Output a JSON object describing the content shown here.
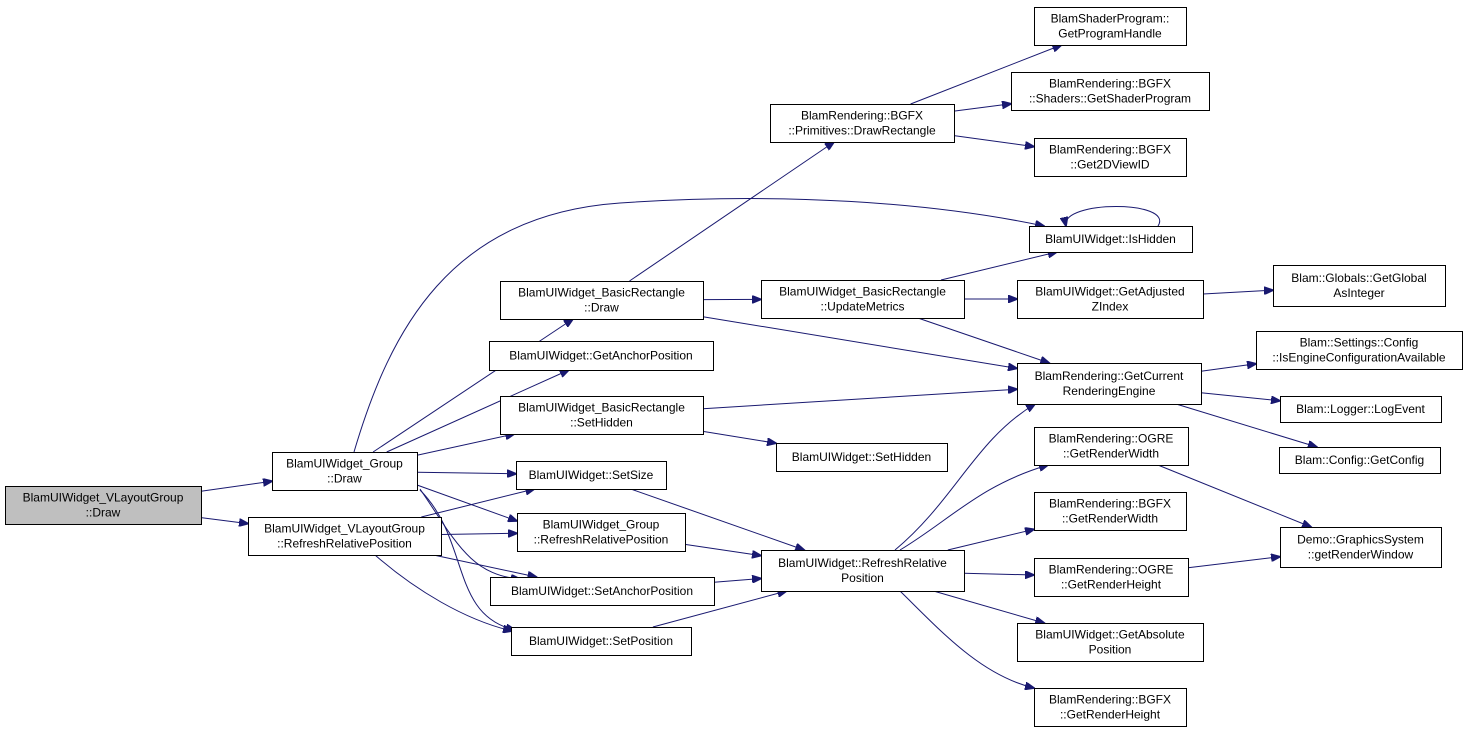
{
  "graph": {
    "nodes": [
      {
        "id": "vlayout_draw",
        "lines": [
          "BlamUIWidget_VLayoutGroup",
          "::Draw"
        ],
        "root": true
      },
      {
        "id": "group_draw",
        "lines": [
          "BlamUIWidget_Group",
          "::Draw"
        ]
      },
      {
        "id": "vlayout_refresh",
        "lines": [
          "BlamUIWidget_VLayoutGroup",
          "::RefreshRelativePosition"
        ]
      },
      {
        "id": "basicrect_draw",
        "lines": [
          "BlamUIWidget_BasicRectangle",
          "::Draw"
        ]
      },
      {
        "id": "get_anchor",
        "lines": [
          "BlamUIWidget::GetAnchorPosition"
        ]
      },
      {
        "id": "basicrect_sethidden",
        "lines": [
          "BlamUIWidget_BasicRectangle",
          "::SetHidden"
        ]
      },
      {
        "id": "setsize",
        "lines": [
          "BlamUIWidget::SetSize"
        ]
      },
      {
        "id": "group_refresh",
        "lines": [
          "BlamUIWidget_Group",
          "::RefreshRelativePosition"
        ]
      },
      {
        "id": "set_anchor",
        "lines": [
          "BlamUIWidget::SetAnchorPosition"
        ]
      },
      {
        "id": "setposition",
        "lines": [
          "BlamUIWidget::SetPosition"
        ]
      },
      {
        "id": "draw_rect",
        "lines": [
          "BlamRendering::BGFX",
          "::Primitives::DrawRectangle"
        ]
      },
      {
        "id": "update_metrics",
        "lines": [
          "BlamUIWidget_BasicRectangle",
          "::UpdateMetrics"
        ]
      },
      {
        "id": "sethidden",
        "lines": [
          "BlamUIWidget::SetHidden"
        ]
      },
      {
        "id": "refresh_rel",
        "lines": [
          "BlamUIWidget::RefreshRelative",
          "Position"
        ]
      },
      {
        "id": "get_prog_handle",
        "lines": [
          "BlamShaderProgram::",
          "GetProgramHandle"
        ]
      },
      {
        "id": "get_shader_prog",
        "lines": [
          "BlamRendering::BGFX",
          "::Shaders::GetShaderProgram"
        ]
      },
      {
        "id": "get2dview",
        "lines": [
          "BlamRendering::BGFX",
          "::Get2DViewID"
        ]
      },
      {
        "id": "ishidden",
        "lines": [
          "BlamUIWidget::IsHidden"
        ]
      },
      {
        "id": "get_adj_z",
        "lines": [
          "BlamUIWidget::GetAdjusted",
          "ZIndex"
        ]
      },
      {
        "id": "get_cur_engine",
        "lines": [
          "BlamRendering::GetCurrent",
          "RenderingEngine"
        ]
      },
      {
        "id": "ogre_width",
        "lines": [
          "BlamRendering::OGRE",
          "::GetRenderWidth"
        ]
      },
      {
        "id": "bgfx_width",
        "lines": [
          "BlamRendering::BGFX",
          "::GetRenderWidth"
        ]
      },
      {
        "id": "ogre_height",
        "lines": [
          "BlamRendering::OGRE",
          "::GetRenderHeight"
        ]
      },
      {
        "id": "get_abs_pos",
        "lines": [
          "BlamUIWidget::GetAbsolute",
          "Position"
        ]
      },
      {
        "id": "bgfx_height",
        "lines": [
          "BlamRendering::BGFX",
          "::GetRenderHeight"
        ]
      },
      {
        "id": "globals_get",
        "lines": [
          "Blam::Globals::GetGlobal",
          "AsInteger"
        ]
      },
      {
        "id": "settings_config",
        "lines": [
          "Blam::Settings::Config",
          "::IsEngineConfigurationAvailable"
        ]
      },
      {
        "id": "logger",
        "lines": [
          "Blam::Logger::LogEvent"
        ]
      },
      {
        "id": "config_get",
        "lines": [
          "Blam::Config::GetConfig"
        ]
      },
      {
        "id": "demo_window",
        "lines": [
          "Demo::GraphicsSystem",
          "::getRenderWindow"
        ]
      }
    ],
    "edges": [
      [
        "vlayout_draw",
        "group_draw"
      ],
      [
        "vlayout_draw",
        "vlayout_refresh"
      ],
      [
        "group_draw",
        "basicrect_draw"
      ],
      [
        "group_draw",
        "get_anchor"
      ],
      [
        "group_draw",
        "basicrect_sethidden"
      ],
      [
        "group_draw",
        "setsize"
      ],
      [
        "group_draw",
        "group_refresh"
      ],
      [
        "group_draw",
        "set_anchor"
      ],
      [
        "group_draw",
        "setposition"
      ],
      [
        "group_draw",
        "ishidden"
      ],
      [
        "vlayout_refresh",
        "setsize"
      ],
      [
        "vlayout_refresh",
        "group_refresh"
      ],
      [
        "vlayout_refresh",
        "set_anchor"
      ],
      [
        "vlayout_refresh",
        "setposition"
      ],
      [
        "basicrect_draw",
        "draw_rect"
      ],
      [
        "basicrect_draw",
        "update_metrics"
      ],
      [
        "basicrect_draw",
        "get_cur_engine"
      ],
      [
        "basicrect_sethidden",
        "sethidden"
      ],
      [
        "basicrect_sethidden",
        "get_cur_engine"
      ],
      [
        "setsize",
        "refresh_rel"
      ],
      [
        "group_refresh",
        "refresh_rel"
      ],
      [
        "set_anchor",
        "refresh_rel"
      ],
      [
        "setposition",
        "refresh_rel"
      ],
      [
        "draw_rect",
        "get_prog_handle"
      ],
      [
        "draw_rect",
        "get_shader_prog"
      ],
      [
        "draw_rect",
        "get2dview"
      ],
      [
        "update_metrics",
        "ishidden"
      ],
      [
        "update_metrics",
        "get_adj_z"
      ],
      [
        "update_metrics",
        "get_cur_engine"
      ],
      [
        "ishidden",
        "ishidden"
      ],
      [
        "get_adj_z",
        "globals_get"
      ],
      [
        "get_cur_engine",
        "settings_config"
      ],
      [
        "get_cur_engine",
        "logger"
      ],
      [
        "get_cur_engine",
        "config_get"
      ],
      [
        "refresh_rel",
        "get_cur_engine"
      ],
      [
        "refresh_rel",
        "ogre_width"
      ],
      [
        "refresh_rel",
        "bgfx_width"
      ],
      [
        "refresh_rel",
        "ogre_height"
      ],
      [
        "refresh_rel",
        "get_abs_pos"
      ],
      [
        "refresh_rel",
        "bgfx_height"
      ],
      [
        "ogre_width",
        "demo_window"
      ],
      [
        "ogre_height",
        "demo_window"
      ]
    ],
    "colors": {
      "edge": "#191970",
      "root_fill": "#bfbfbf",
      "node_fill": "#ffffff",
      "border": "#000000"
    }
  }
}
